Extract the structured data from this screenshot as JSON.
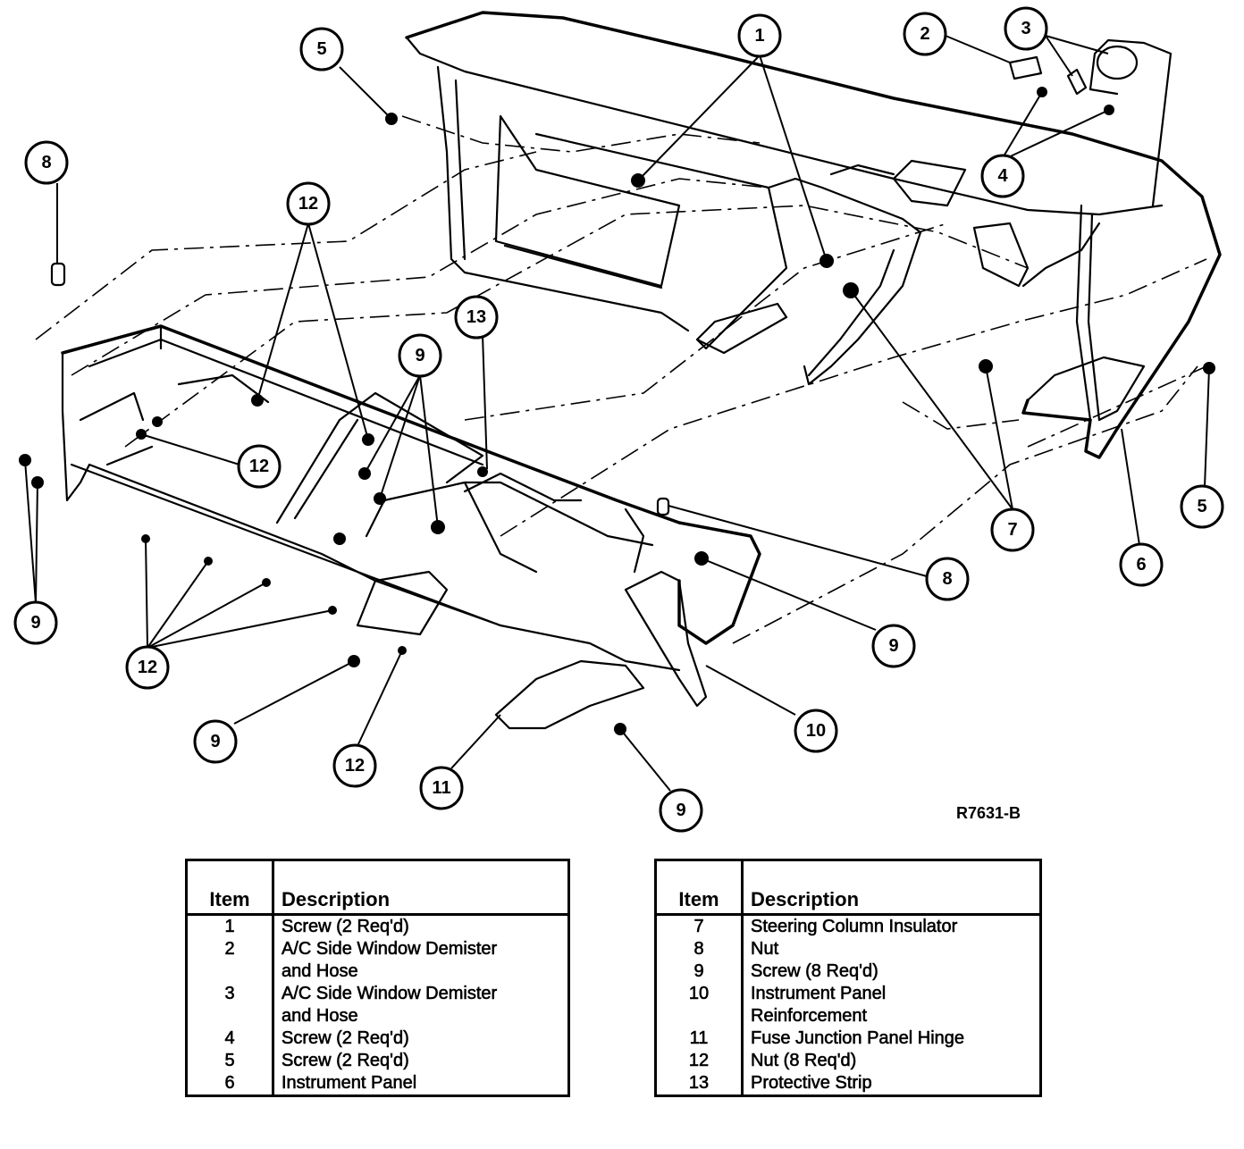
{
  "figure_code": "R7631-B",
  "callouts": [
    {
      "label": "1"
    },
    {
      "label": "2"
    },
    {
      "label": "3"
    },
    {
      "label": "4"
    },
    {
      "label": "5"
    },
    {
      "label": "8"
    },
    {
      "label": "12"
    },
    {
      "label": "13"
    },
    {
      "label": "9"
    },
    {
      "label": "12"
    },
    {
      "label": "7"
    },
    {
      "label": "5"
    },
    {
      "label": "6"
    },
    {
      "label": "8"
    },
    {
      "label": "9"
    },
    {
      "label": "9"
    },
    {
      "label": "12"
    },
    {
      "label": "9"
    },
    {
      "label": "12"
    },
    {
      "label": "11"
    },
    {
      "label": "10"
    },
    {
      "label": "9"
    }
  ],
  "legend_left": {
    "header_item": "Item",
    "header_description": "Description",
    "rows": [
      {
        "item": "1",
        "description": [
          "Screw (2 Req'd)"
        ]
      },
      {
        "item": "2",
        "description": [
          "A/C Side Window Demister",
          "and Hose"
        ]
      },
      {
        "item": "3",
        "description": [
          "A/C Side Window Demister",
          "and Hose"
        ]
      },
      {
        "item": "4",
        "description": [
          "Screw (2 Req'd)"
        ]
      },
      {
        "item": "5",
        "description": [
          "Screw (2 Req'd)"
        ]
      },
      {
        "item": "6",
        "description": [
          "Instrument Panel"
        ]
      }
    ]
  },
  "legend_right": {
    "header_item": "Item",
    "header_description": "Description",
    "rows": [
      {
        "item": "7",
        "description": [
          "Steering Column Insulator"
        ]
      },
      {
        "item": "8",
        "description": [
          "Nut"
        ]
      },
      {
        "item": "9",
        "description": [
          "Screw (8 Req'd)"
        ]
      },
      {
        "item": "10",
        "description": [
          "Instrument Panel",
          "Reinforcement"
        ]
      },
      {
        "item": "11",
        "description": [
          "Fuse Junction Panel Hinge"
        ]
      },
      {
        "item": "12",
        "description": [
          "Nut (8 Req'd)"
        ]
      },
      {
        "item": "13",
        "description": [
          "Protective Strip"
        ]
      }
    ]
  }
}
